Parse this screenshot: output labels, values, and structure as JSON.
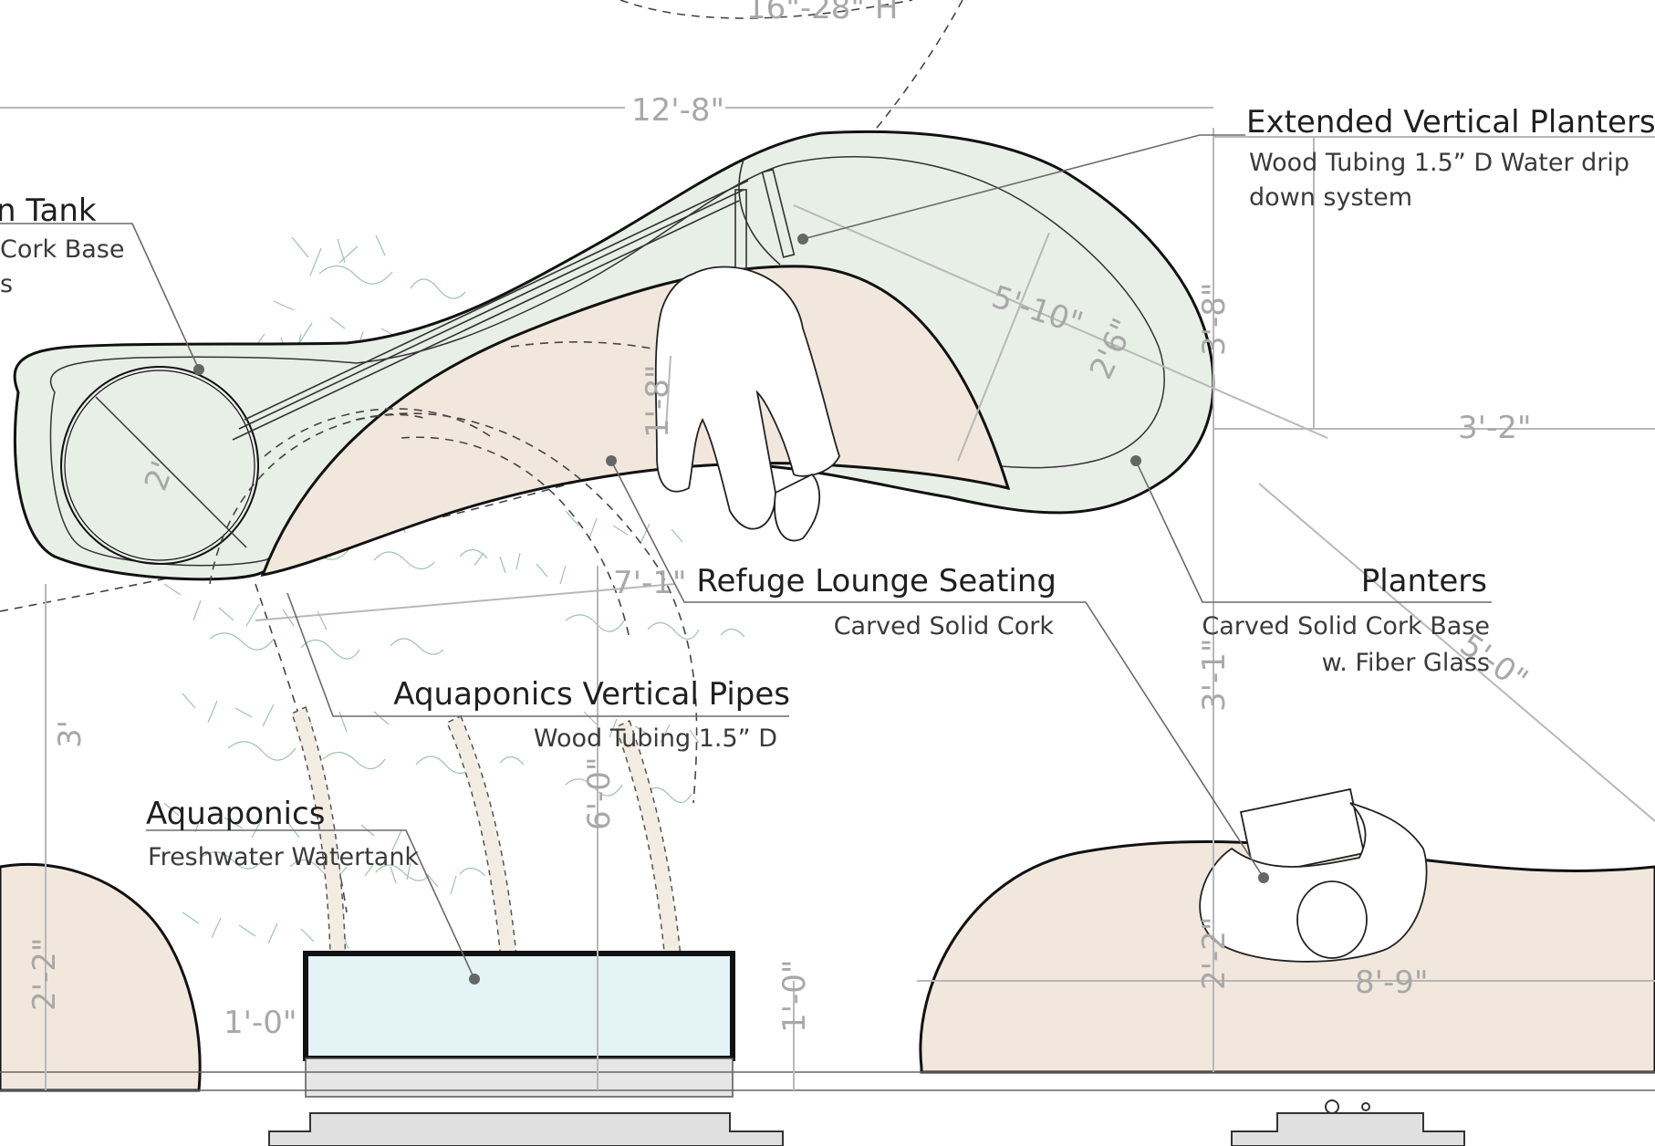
{
  "labels": {
    "tank_title": "n Tank",
    "tank_sub1": "Cork Base",
    "tank_sub2": "s",
    "evp_title": "Extended Vertical Planters",
    "evp_sub1": "Wood Tubing 1.5” D Water drip",
    "evp_sub2": "down system",
    "refuge_title": "Refuge Lounge Seating",
    "refuge_sub": "Carved Solid Cork",
    "planters_title": "Planters",
    "planters_sub1": "Carved Solid Cork Base",
    "planters_sub2": "w. Fiber Glass",
    "pipes_title": "Aquaponics Vertical Pipes",
    "pipes_sub": "Wood Tubing 1.5” D",
    "aquaponics_title": "Aquaponics",
    "aquaponics_sub": "Freshwater Watertank"
  },
  "dimensions": {
    "top_height": "16\"-28\" H",
    "width_12_8": "12'-8\"",
    "d_5_10": "5'-10\"",
    "d_2_6": "2'6\"",
    "d_3_8": "3'-8\"",
    "d_3_2": "3'-2\"",
    "d_1_8": "1'-8\"",
    "d_7_1": "7'-1\"",
    "d_3": "3'",
    "d_3_1": "3'-1\"",
    "d_5_0": "5'-0\"",
    "d_6_0": "6'-0\"",
    "d_2_2_left": "2'-2\"",
    "d_1_0_left": "1'-0\"",
    "d_1_0_mid": "1'-0\"",
    "d_2_2_right": "2'-2\"",
    "d_8_9": "8'-9\"",
    "d_tank_dia": "2'"
  },
  "colors": {
    "planter_green": "#e8efe7",
    "cork_tan": "#f1e7dd",
    "water_blue": "#e3f3f6",
    "foliage": "#8fb99a",
    "base_gray": "#e0e0e0",
    "dim_gray": "#a8a8a8"
  }
}
